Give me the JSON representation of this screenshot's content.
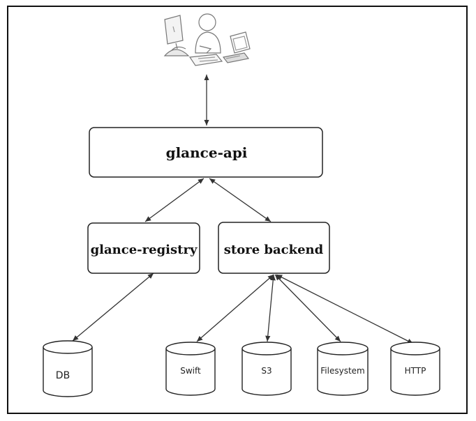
{
  "diagram": {
    "nodes": {
      "api": "glance-api",
      "registry": "glance-registry",
      "store": "store backend"
    },
    "datastores": {
      "db": "DB",
      "swift": "Swift",
      "s3": "S3",
      "filesystem": "Filesystem",
      "http": "HTTP"
    },
    "users_illustration": [
      "desktop-computer-icon",
      "person-icon",
      "tablet-icon"
    ]
  }
}
